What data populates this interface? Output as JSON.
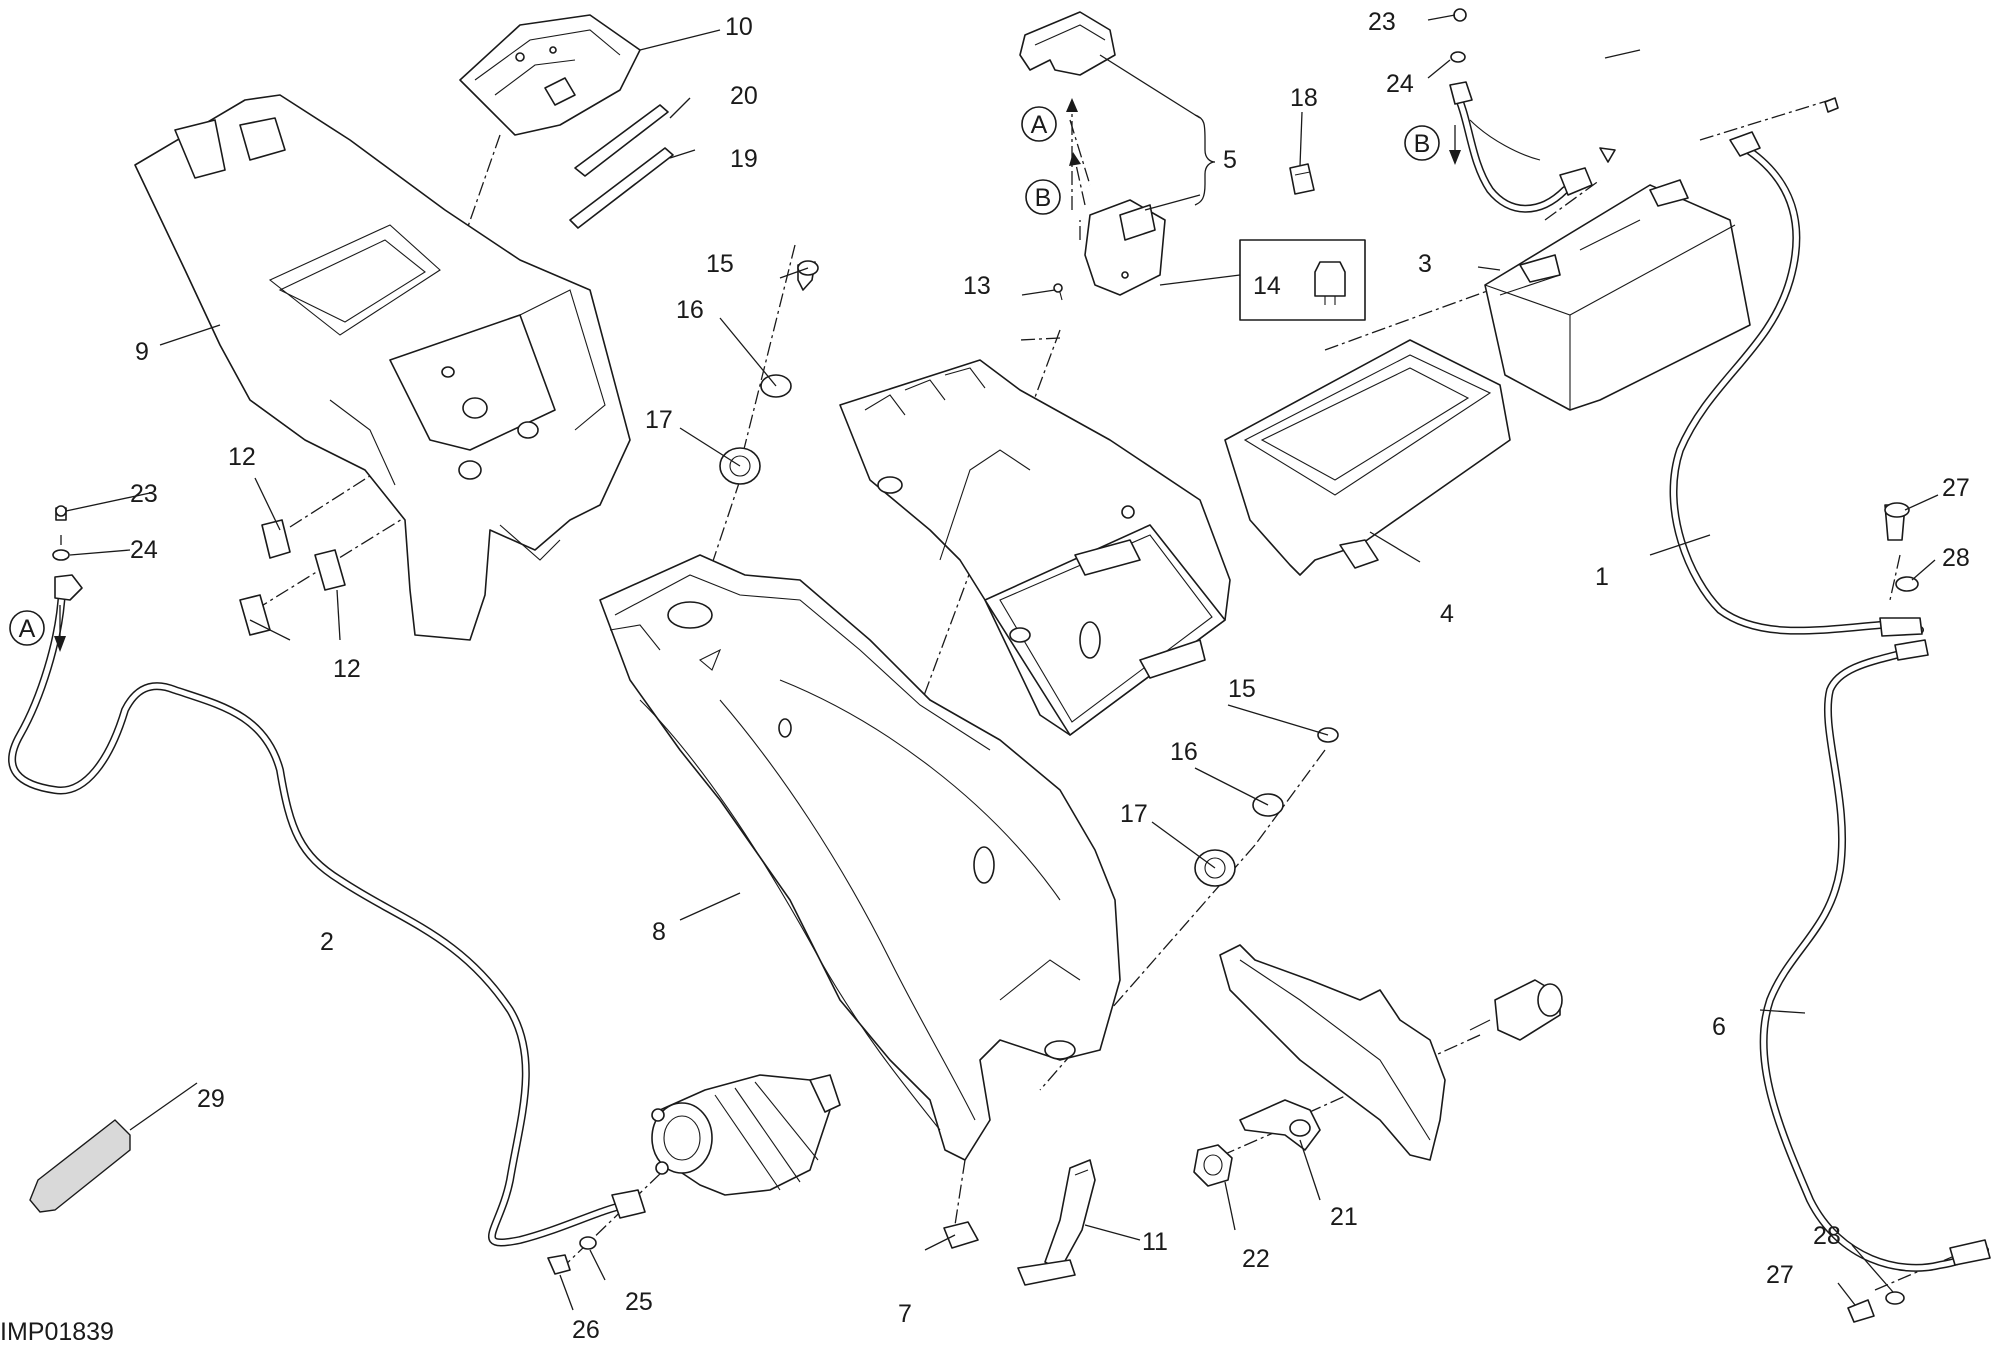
{
  "drawing_code": "IMP01839",
  "callouts": {
    "c1": "1",
    "c2": "2",
    "c3": "3",
    "c4": "4",
    "c5": "5",
    "c6": "6",
    "c7": "7",
    "c8": "8",
    "c9": "9",
    "c10": "10",
    "c11": "11",
    "c12a": "12",
    "c12b": "12",
    "c13": "13",
    "c14": "14",
    "c15a": "15",
    "c15b": "15",
    "c16a": "16",
    "c16b": "16",
    "c17a": "17",
    "c17b": "17",
    "c18": "18",
    "c19": "19",
    "c20": "20",
    "c21": "21",
    "c22": "22",
    "c23a": "23",
    "c23b": "23",
    "c24a": "24",
    "c24b": "24",
    "c25": "25",
    "c26": "26",
    "c27a": "27",
    "c27b": "27",
    "c28a": "28",
    "c28b": "28",
    "c29": "29"
  },
  "connection_marks": {
    "a_top": "A",
    "b_top": "B",
    "b_right": "B",
    "a_left": "A"
  },
  "colors": {
    "line": "#1a1a1a",
    "background": "#ffffff",
    "sleeve": "#d9d9d9"
  }
}
